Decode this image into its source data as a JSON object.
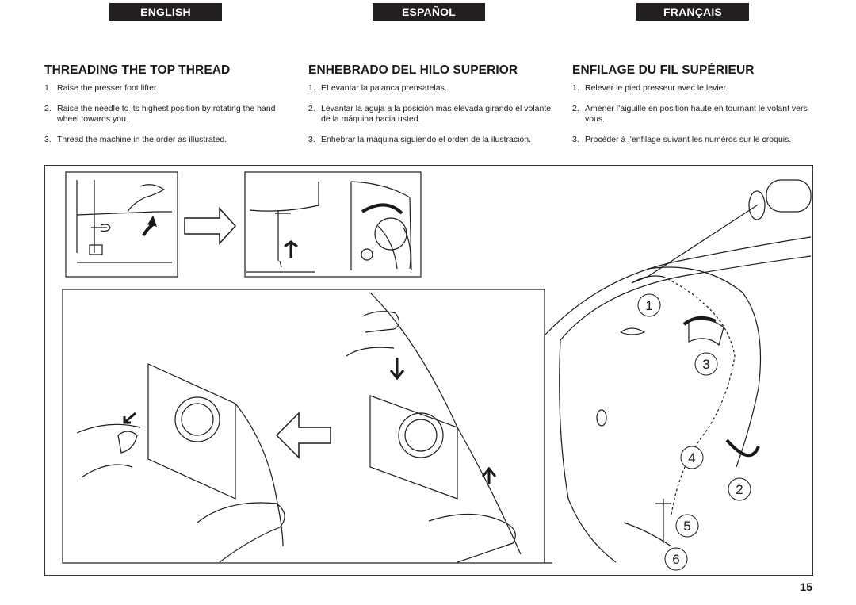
{
  "tabs": [
    {
      "label": "ENGLISH"
    },
    {
      "label": "ESPAÑOL"
    },
    {
      "label": "FRANÇAIS"
    }
  ],
  "columns": [
    {
      "heading": "THREADING THE TOP THREAD",
      "steps": [
        {
          "num": "1.",
          "text": "Raise the presser foot lifter."
        },
        {
          "num": "2.",
          "text": "Raise the needle to its highest position by rotating the hand wheel towards you."
        },
        {
          "num": "3.",
          "text": "Thread the machine in the order as illustrated."
        }
      ]
    },
    {
      "heading": "ENHEBRADO DEL HILO SUPERIOR",
      "steps": [
        {
          "num": "1.",
          "text": "ELevantar la palanca prensatelas."
        },
        {
          "num": "2.",
          "text": "Levantar la aguja a la posición más elevada girando el volante de la máquina hacia usted."
        },
        {
          "num": "3.",
          "text": "Enhebrar la máquina siguiendo el orden de la ilustración."
        }
      ]
    },
    {
      "heading": "ENFILAGE DU FIL SUPÉRIEUR",
      "steps": [
        {
          "num": "1.",
          "text": "Relever le pied presseur avec le levier."
        },
        {
          "num": "2.",
          "text": "Amener l’aiguille en position haute en tournant le volant vers vous."
        },
        {
          "num": "3.",
          "text": "Procèder à l’enfilage suivant les numéros sur le croquis."
        }
      ]
    }
  ],
  "diagram": {
    "callouts": [
      "1",
      "2",
      "3",
      "4",
      "5",
      "6"
    ]
  },
  "page_number": "15",
  "colors": {
    "tab_bg": "#231f20",
    "tab_text": "#ffffff",
    "line": "#1a1a1a"
  }
}
